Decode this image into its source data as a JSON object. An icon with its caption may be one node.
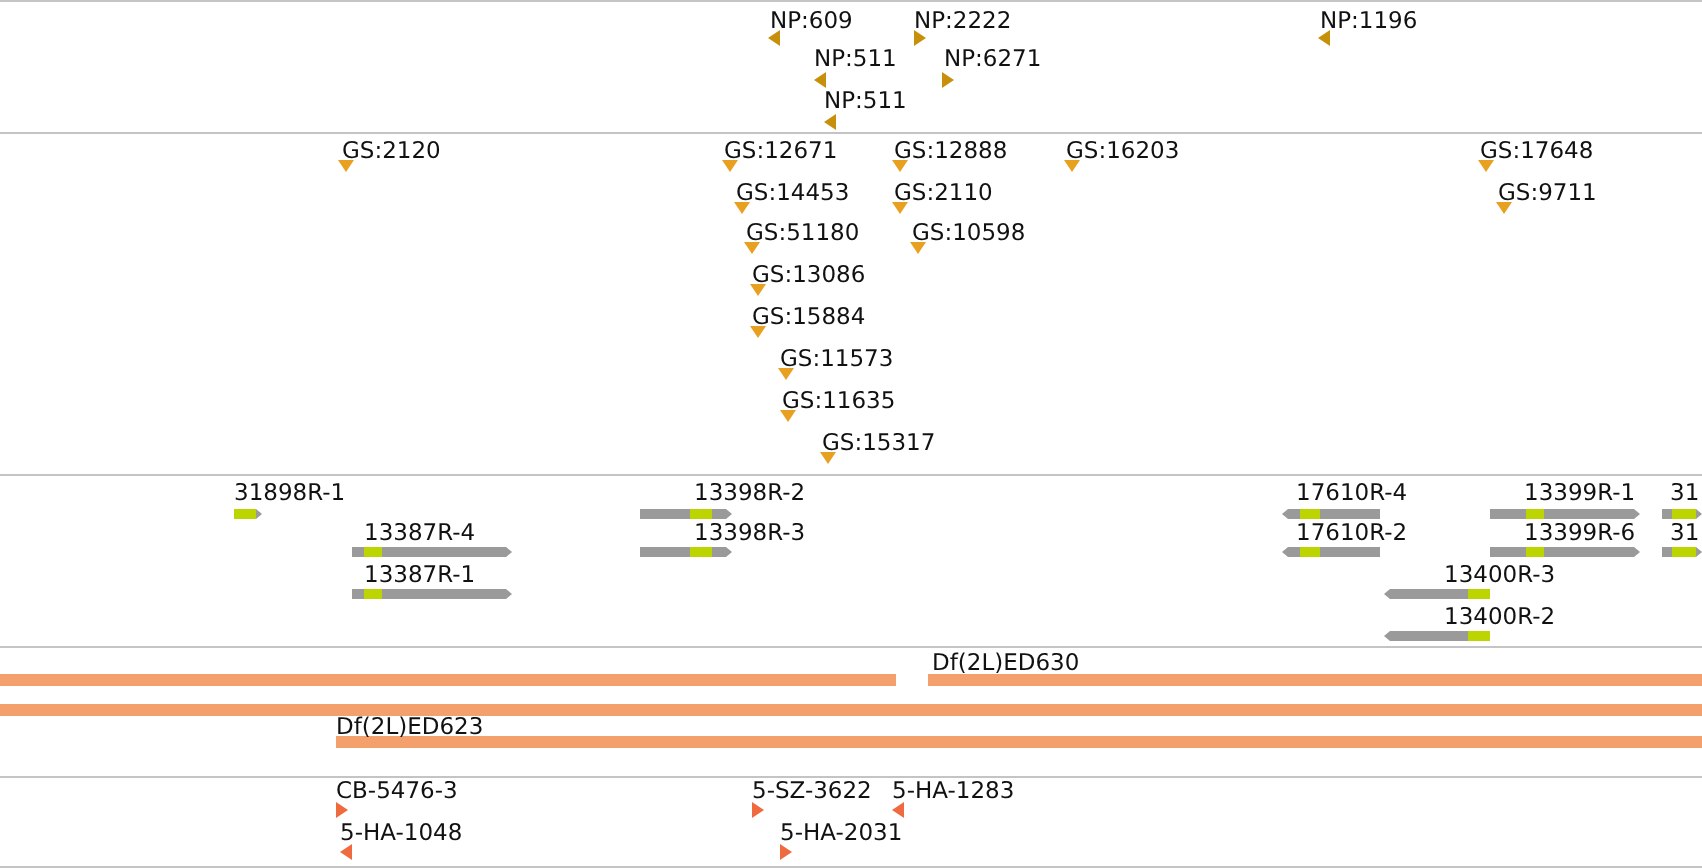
{
  "diagram": {
    "labels": [
      "NP:609",
      "NP:2222",
      "NP:1196",
      "NP:511",
      "NP:6271",
      "NP:511",
      "GS:2120",
      "GS:12671",
      "GS:12888",
      "GS:16203",
      "GS:17648",
      "GS:14453",
      "GS:2110",
      "GS:9711",
      "GS:51180",
      "GS:10598",
      "GS:13086",
      "GS:15884",
      "GS:11573",
      "GS:11635",
      "GS:15317",
      "31898R-1",
      "13398R-2",
      "17610R-4",
      "13399R-1",
      "31",
      "13387R-4",
      "13398R-3",
      "17610R-2",
      "13399R-6",
      "31",
      "13387R-1",
      "13400R-3",
      "13400R-2",
      "Df(2L)ED630",
      "Df(2L)ED623",
      "CB-5476-3",
      "5-SZ-3622",
      "5-HA-1283",
      "5-HA-1048",
      "5-HA-2031"
    ]
  }
}
